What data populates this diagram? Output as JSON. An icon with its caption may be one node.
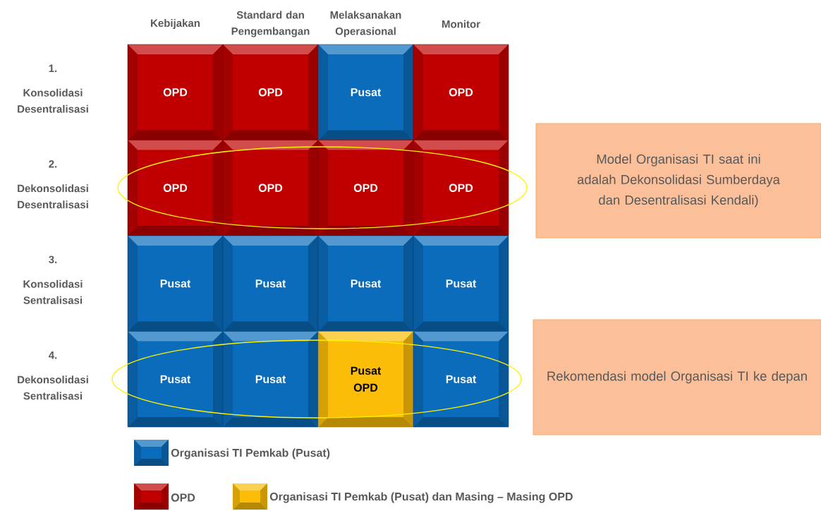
{
  "diagram": {
    "nodes": [
      {
        "text": [
          "OPD"
        ]
      },
      {
        "text": [
          "OPD"
        ]
      },
      {
        "text": [
          "Pusat"
        ]
      },
      {
        "text": [
          "OPD"
        ]
      },
      {
        "text": [
          "OPD"
        ]
      },
      {
        "text": [
          "OPD"
        ]
      },
      {
        "text": [
          "OPD"
        ]
      },
      {
        "text": [
          "OPD"
        ]
      },
      {
        "text": [
          "Pusat"
        ]
      },
      {
        "text": [
          "Pusat"
        ]
      },
      {
        "text": [
          "Pusat"
        ]
      },
      {
        "text": [
          "Pusat"
        ]
      },
      {
        "text": [
          "Pusat"
        ]
      },
      {
        "text": [
          "Pusat"
        ]
      },
      {
        "text": [
          "Pusat OPD"
        ]
      },
      {
        "text": [
          "Pusat"
        ]
      },
      {
        "text": [
          "Model Organisasi TI saat ini adalah Dekonsolidasi Sumberdaya dan Desentralisasi Kendali)"
        ]
      },
      {
        "text": [
          "Rekomendasi model Organisasi TI ke depan"
        ]
      }
    ],
    "labels": [
      "Kebijakan",
      "Standard dan Pengembangan",
      "Melaksanakan Operasional",
      "Monitor",
      "1.",
      "Konsolidasi Desentralisasi",
      "2.",
      "Dekonsolidasi Desentralisasi",
      "3.",
      "Konsolidasi Sentralisasi",
      "4.",
      "Dekonsolidasi Sentralisasi"
    ],
    "legend": [
      {
        "text": "Organisasi TI Pemkab (Pusat)",
        "color": "#0a6cbb"
      },
      {
        "text": "OPD",
        "color": "#c00000"
      },
      {
        "text": "Organisasi TI Pemkab (Pusat) dan Masing – Masing OPD",
        "color": "#fbbd08"
      }
    ]
  }
}
